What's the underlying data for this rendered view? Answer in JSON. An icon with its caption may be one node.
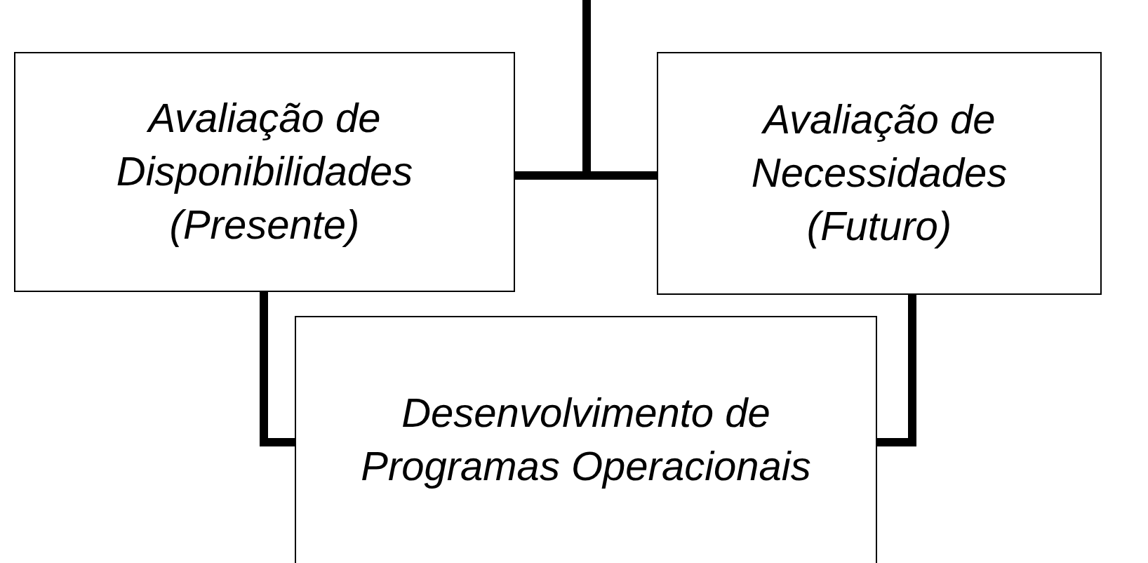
{
  "diagram": {
    "nodes": [
      {
        "text": [
          "Avaliação de Disponibilidades (Presente)"
        ]
      },
      {
        "text": [
          "Avaliação de Necessidades (Futuro)"
        ]
      },
      {
        "text": [
          "Desenvolvimento de Programas Operacionais"
        ]
      }
    ],
    "edges": [
      {
        "from": null,
        "to": 0,
        "arrow": "none"
      },
      {
        "from": null,
        "to": 1,
        "arrow": "none"
      },
      {
        "from": 0,
        "to": 2,
        "arrow": "none"
      },
      {
        "from": 1,
        "to": 2,
        "arrow": "none"
      }
    ]
  }
}
